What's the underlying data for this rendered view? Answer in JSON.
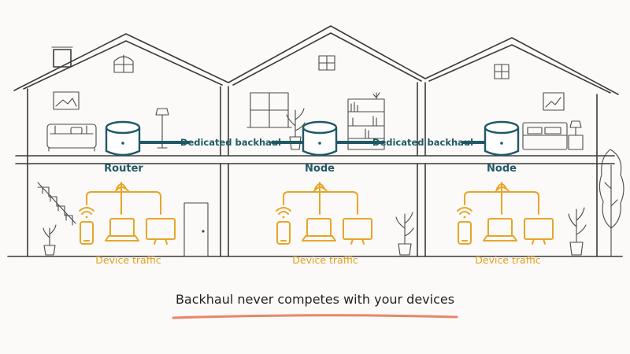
{
  "nodes": [
    {
      "label": "Router"
    },
    {
      "label": "Node"
    },
    {
      "label": "Node"
    }
  ],
  "backhaul_links": [
    {
      "label": "Dedicated backhaul"
    },
    {
      "label": "Dedicated backhaul"
    }
  ],
  "device_groups": [
    {
      "label": "Device traffic"
    },
    {
      "label": "Device traffic"
    },
    {
      "label": "Device traffic"
    }
  ],
  "caption": "Backhaul never competes with your devices",
  "colors": {
    "backhaul": "#1f5965",
    "device_traffic": "#e7a529",
    "underline": "#e8866a",
    "ink": "#3a3a3a"
  }
}
